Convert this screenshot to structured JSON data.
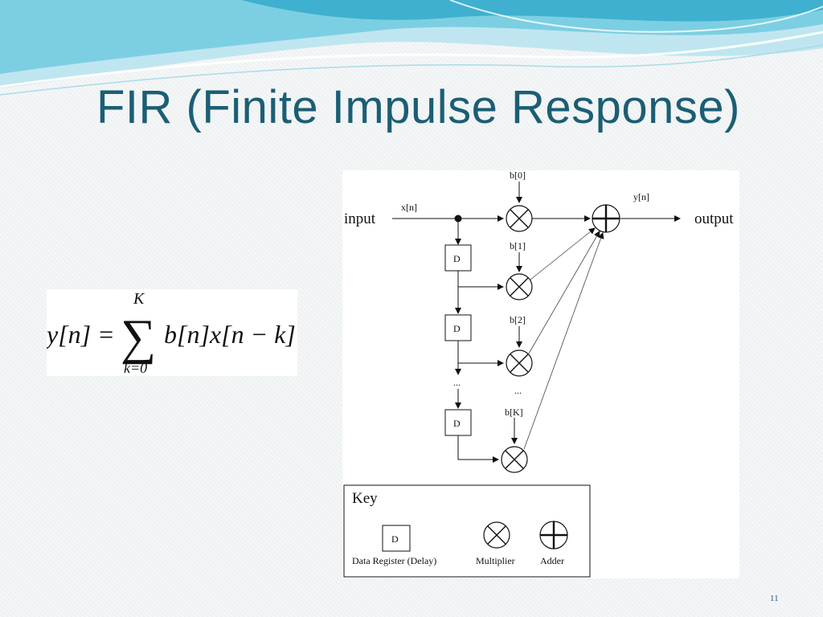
{
  "slide": {
    "title": "FIR (Finite Impulse Response)",
    "page_number": "11"
  },
  "formula": {
    "lhs": "y[n] = ",
    "sum_upper": "K",
    "sum_lower": "k=0",
    "rhs": "b[n]x[n − k]"
  },
  "diagram": {
    "input_label": "input",
    "output_label": "output",
    "signal_in": "x[n]",
    "signal_out": "y[n]",
    "coefficients": [
      "b[0]",
      "b[1]",
      "b[2]",
      "b[K]"
    ],
    "delay_label": "D",
    "ellipsis": "..."
  },
  "key": {
    "title": "Key",
    "delay_symbol": "D",
    "items": [
      "Data Register (Delay)",
      "Multiplier",
      "Adder"
    ]
  },
  "colors": {
    "title": "#1b5e74",
    "wave_light": "#bfe6f0",
    "wave_mid": "#6fc6dc",
    "wave_dark": "#2f9fbf"
  }
}
